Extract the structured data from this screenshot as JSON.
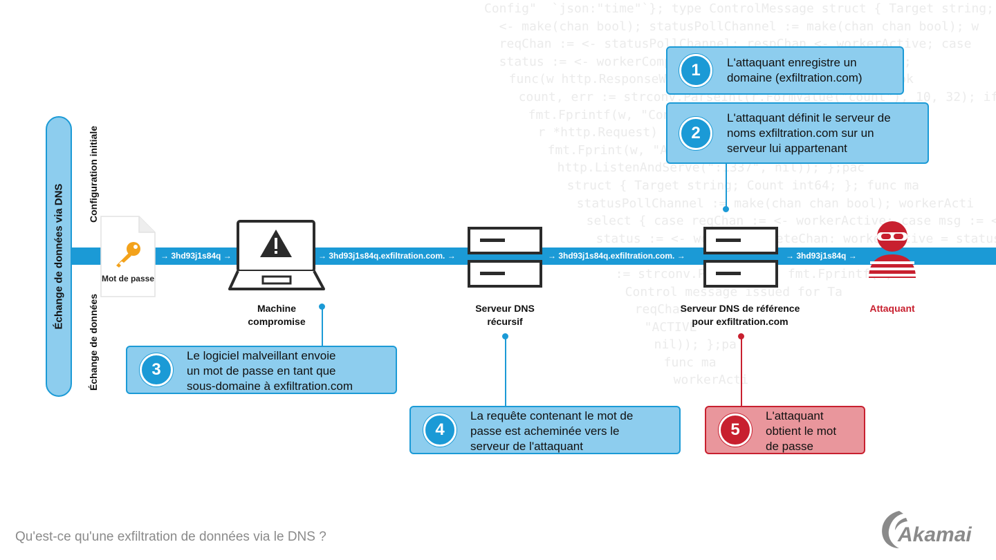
{
  "background_code": [
    "Config\"  `json:\"time\"`}; type ControlMessage struct { Target string; Cou",
    "  <- make(chan bool); statusPollChannel := make(chan chan bool); w",
    "  reqChan := <- statusPollChannel; respChan <- workerActive; case",
    "  status := <- workerCompleteChan: workerActive = status;",
    "  func(w http.ResponseWriter, r *http.Request) { hostTok",
    "  count, err := strconv.ParseInt(r.FormValue(\"count\"), 10, 32); if err != nil { fmt.Fprintf(w,",
    "  fmt.Fprintf(w, \"Control message issued for Ta",
    "  r *http.Request) { reqChan",
    "  fmt.Fprint(w, \"ACTIVE\"",
    "  http.ListenAndServe(\":1337\", nil)); };pac",
    "  struct { Target string; Count int64; }; func ma",
    "  statusPollChannel := make(chan chan bool); workerActi",
    "  select { case reqChan := <- workerActive; case msg := <",
    "  status := <- workerCompleteChan: workerActive = status; func admin(c",
    "  hostTokens",
    "  := strconv.ParseInt(); fmt.Fprintf(w,",
    "  Control message issued for Ta",
    "  reqChan",
    "  \"ACTIVE\"",
    "  nil)); };pa",
    "  func ma",
    "  workerActi"
  ],
  "side": {
    "outer_label": "Échange de données via DNS",
    "setup_label": "Configuration initiale",
    "exchange_label": "Échange de données"
  },
  "document": {
    "label": "Mot de passe",
    "icon": "key-icon"
  },
  "flow_labels": [
    "→ 3hd93j1s84q →",
    "→ 3hd93j1s84q.exfiltration.com. →",
    "→ 3hd93j1s84q.exfiltration.com. →",
    "→ 3hd93j1s84q →"
  ],
  "nodes": {
    "machine": {
      "line1": "Machine",
      "line2": "compromise",
      "icon": "laptop-warning-icon"
    },
    "recursive": {
      "line1": "Serveur DNS",
      "line2": "récursif",
      "icon": "server-icon"
    },
    "authoritative": {
      "line1": "Serveur DNS de référence",
      "line2": "pour exfiltration.com",
      "icon": "server-icon"
    },
    "attacker": {
      "line1": "Attaquant",
      "icon": "hacker-icon"
    }
  },
  "steps": [
    {
      "number": "1",
      "lines": [
        "L'attaquant enregistre un",
        "domaine (exfiltration.com)"
      ]
    },
    {
      "number": "2",
      "lines": [
        "L'attaquant définit le serveur de",
        "noms exfiltration.com sur un",
        "serveur lui appartenant"
      ]
    },
    {
      "number": "3",
      "lines": [
        "Le logiciel malveillant envoie",
        "un mot de passe en tant que",
        "sous-domaine à exfiltration.com"
      ]
    },
    {
      "number": "4",
      "lines": [
        "La requête contenant le mot de",
        "passe est acheminée vers le",
        "serveur de l'attaquant"
      ]
    },
    {
      "number": "5",
      "lines": [
        "L'attaquant",
        "obtient le mot",
        "de passe"
      ]
    }
  ],
  "footer": {
    "title": "Qu'est-ce qu'une exfiltration de données via le DNS ?"
  },
  "logo": {
    "text": "Akamai"
  },
  "colors": {
    "accent_blue": "#1b9ad6",
    "light_blue": "#8dcdee",
    "attacker_red": "#c8202f",
    "light_red": "#e9969c"
  }
}
